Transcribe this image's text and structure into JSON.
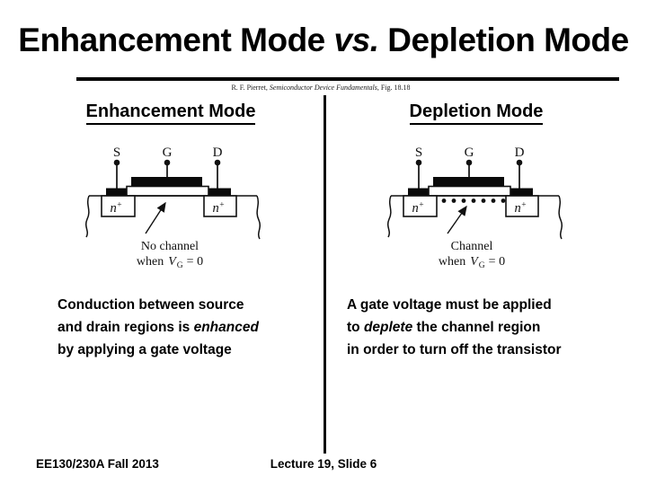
{
  "title": {
    "part1": "Enhancement Mode ",
    "part2_italic": "vs.",
    "part3": " Depletion Mode"
  },
  "citation": {
    "part1": "R. F. Pierret, ",
    "part2_italic": "Semiconductor Device Fundamentals",
    "part3": ", Fig. 18.18"
  },
  "diagram_labels": {
    "source": "S",
    "gate": "G",
    "drain": "D",
    "n": "n",
    "plus": "+"
  },
  "left": {
    "heading": "Enhancement Mode",
    "caption": {
      "line1": "No channel",
      "when": "when",
      "v": "V",
      "sub": "G",
      "eq": "= 0"
    },
    "body": {
      "line1": "Conduction between source",
      "line2a": "and drain regions is ",
      "line2b_italic": "enhanced",
      "line3": "by applying a gate voltage"
    }
  },
  "right": {
    "heading": "Depletion Mode",
    "caption": {
      "line1": "Channel",
      "when": "when",
      "v": "V",
      "sub": "G",
      "eq": "= 0"
    },
    "body": {
      "line1": "A gate voltage must be applied",
      "line2a": "to ",
      "line2b_italic": "deplete",
      "line2c": " the channel region",
      "line3": "in order to turn off the transistor"
    }
  },
  "footer": {
    "course": "EE130/230A Fall 2013",
    "slide": "Lecture 19, Slide 6"
  },
  "colors": {
    "background": "#ffffff",
    "text": "#000000",
    "divider": "#0d0d0d"
  }
}
